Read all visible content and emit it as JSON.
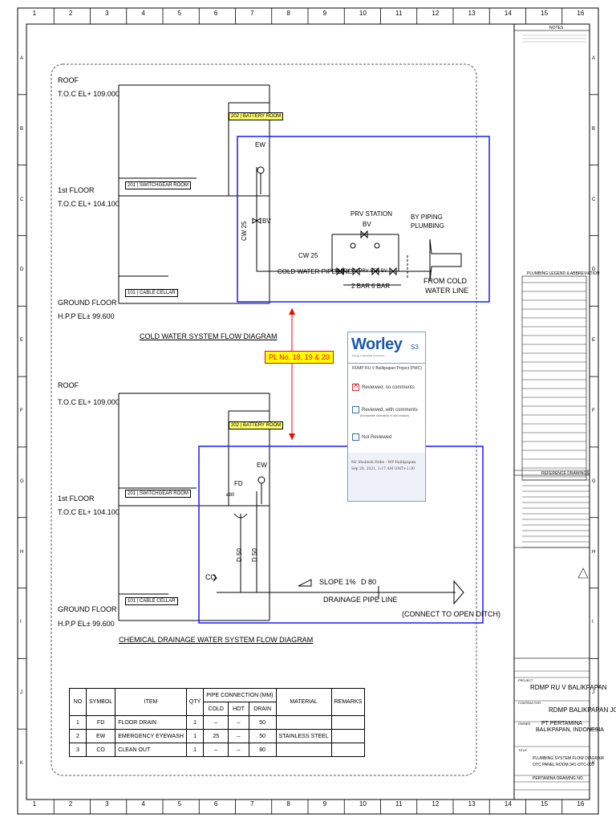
{
  "grid": {
    "cols": [
      "1",
      "2",
      "3",
      "4",
      "5",
      "6",
      "7",
      "8",
      "9",
      "10",
      "11",
      "12",
      "13",
      "14",
      "15",
      "16"
    ],
    "rows": [
      "A",
      "B",
      "C",
      "D",
      "E",
      "F",
      "G",
      "H",
      "I",
      "J",
      "K"
    ]
  },
  "colors": {
    "highlight_blue": "#1a1aff",
    "note_red": "#ff0000",
    "label_yellow": "#ffff00",
    "worley_blue": "#1d5aa6"
  },
  "diagram1": {
    "roof": "ROOF",
    "roof_el": "T.O.C EL+ 109.000",
    "first_floor": "1st FLOOR",
    "first_el": "T.O.C EL+ 104.100",
    "ground_floor": "GROUND FLOOR",
    "ground_el": "H.P.P EL± 99.600",
    "battery_no": "202",
    "battery_room": "BATTERY ROOM",
    "switch_no": "201",
    "switch_room": "SWITCHGEAR ROOM",
    "cable_no": "101",
    "cable_cellar": "CABLE CELLAR",
    "ew": "EW",
    "bv": "BV",
    "cw25_vert": "CW 25",
    "cw25": "CW 25",
    "cold_water_line": "COLD WATER PIPE LINE",
    "prv_station": "PRV STATION",
    "prv_bv": "BV",
    "valves": "BV CV    SV PRV   STR BV",
    "by_piping": "BY PIPING",
    "plumbing": "PLUMBING",
    "bar2": "2 BAR",
    "bar6": "6 BAR",
    "from_cold": "FROM COLD",
    "water_line": "WATER LINE",
    "title": "COLD WATER SYSTEM FLOW DIAGRAM"
  },
  "pl_note": "PL No. 18, 19 & 20",
  "diagram2": {
    "roof": "ROOF",
    "roof_el": "T.O.C EL+ 109.000",
    "first_floor": "1st FLOOR",
    "first_el": "T.O.C EL+ 104.100",
    "ground_floor": "GROUND FLOOR",
    "ground_el": "H.P.P EL± 99.600",
    "battery_no": "202",
    "battery_room": "BATTERY ROOM",
    "switch_no": "201",
    "switch_room": "SWITCHGEAR ROOM",
    "cable_no": "101",
    "cable_cellar": "CABLE CELLAR",
    "fd": "FD",
    "fd_size": "ø80",
    "ew": "EW",
    "d50a": "D 50",
    "d50b": "D 50",
    "co": "CO",
    "slope": "SLOPE 1%",
    "d80": "D 80",
    "drain_line": "DRAINAGE PIPE LINE",
    "connect": "(CONNECT TO OPEN DITCH)",
    "title": "CHEMICAL DRAINAGE WATER SYSTEM FLOW DIAGRAM"
  },
  "stamp": {
    "logo": "Worley",
    "tagline": "energy | chemicals | resources",
    "code": "S3",
    "project": "RDMP RU V Balikpapan Project (PMC)",
    "opt1": "Reviewed, no comments",
    "opt2": "Reviewed, with comments",
    "opt2_note": "(Incorporate comments in next revision)",
    "opt3": "Not Reviewed",
    "signer": "Mr Shailesh Hebe - WP Balikpapan",
    "date": "Sep 28, 2021, 1:17 AM GMT+1:30"
  },
  "bom": {
    "headers": [
      "NO",
      "SYMBOL",
      "ITEM",
      "QTY",
      "PIPE CONNECTION (MM)",
      "MATERIAL",
      "REMARKS"
    ],
    "sub_headers": [
      "COLD",
      "HOT",
      "DRAIN"
    ],
    "rows": [
      [
        "1",
        "FD",
        "FLOOR DRAIN",
        "1",
        "–",
        "–",
        "50",
        "",
        ""
      ],
      [
        "2",
        "EW",
        "EMERGENCY EYEWASH",
        "1",
        "25",
        "–",
        "50",
        "STAINLESS STEEL",
        ""
      ],
      [
        "3",
        "CO",
        "CLEAN OUT",
        "1",
        "–",
        "–",
        "80",
        "",
        ""
      ]
    ]
  },
  "title_block": {
    "notes": "NOTES",
    "legend_title": "PLUMBING LEGEND & ABBREVIATION",
    "ref_title": "REFERENCE DRAWINGS",
    "project_label": "PROJECT",
    "project": "RDMP RU V BALIKPAPAN",
    "contractor_label": "CONTRACTOR",
    "contractor": "RDMP BALIKPAPAN JO",
    "owner_label": "OWNER",
    "owner1": "PT PERTAMINA",
    "owner2": "BALIKPAPAN, INDONESIA",
    "title_label": "TITLE",
    "title1": "PLUMBING SYSTEM FLOW DIAGRAM",
    "title2": "OTC PANEL ROOM 341-OTC-001",
    "pertamina_no": "PERTAMINA DRAWING NO."
  }
}
